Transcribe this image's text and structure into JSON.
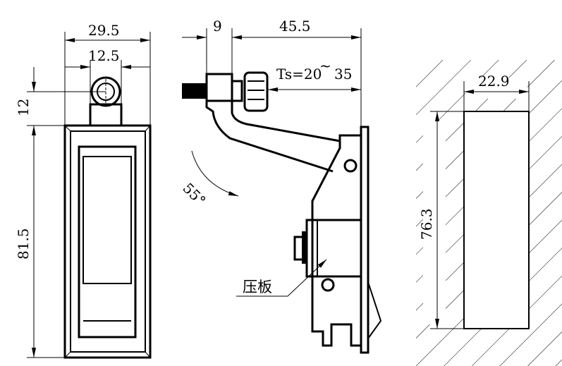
{
  "front_view": {
    "width_dim": "29.5",
    "knob_dim": "12.5",
    "knob_height_dim": "12",
    "height_dim": "81.5"
  },
  "side_view": {
    "offset_dim": "9",
    "length_dim": "45.5",
    "ts_label": "Ts=20",
    "ts_tilde": "~",
    "ts_max": "35",
    "angle_label": "55°",
    "pressure_plate_label": "压板"
  },
  "cutout_view": {
    "width_dim": "22.9",
    "height_dim": "76.3"
  },
  "colors": {
    "line": "#000000",
    "background": "#ffffff"
  }
}
